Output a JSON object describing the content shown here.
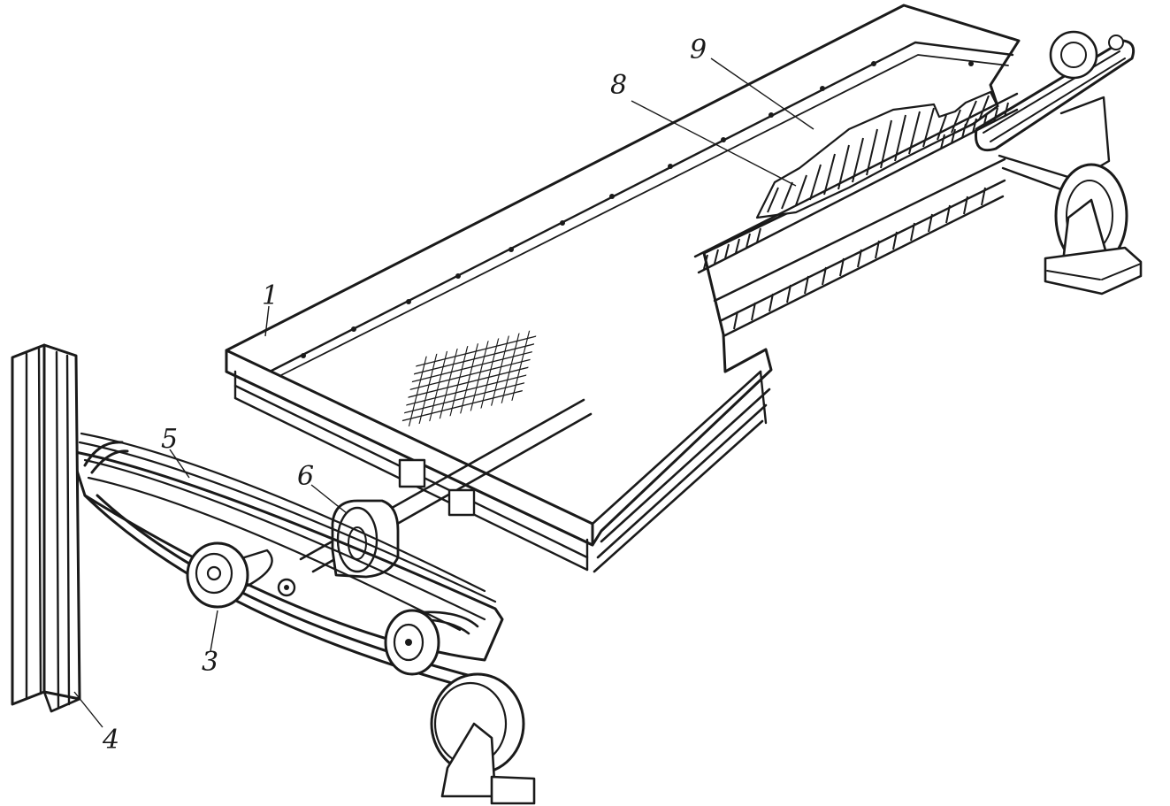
{
  "callouts": [
    {
      "id": "c1",
      "label": "1"
    },
    {
      "id": "c3",
      "label": "3"
    },
    {
      "id": "c4",
      "label": "4"
    },
    {
      "id": "c5",
      "label": "5"
    },
    {
      "id": "c6",
      "label": "6"
    },
    {
      "id": "c8",
      "label": "8"
    },
    {
      "id": "c9",
      "label": "9"
    }
  ]
}
